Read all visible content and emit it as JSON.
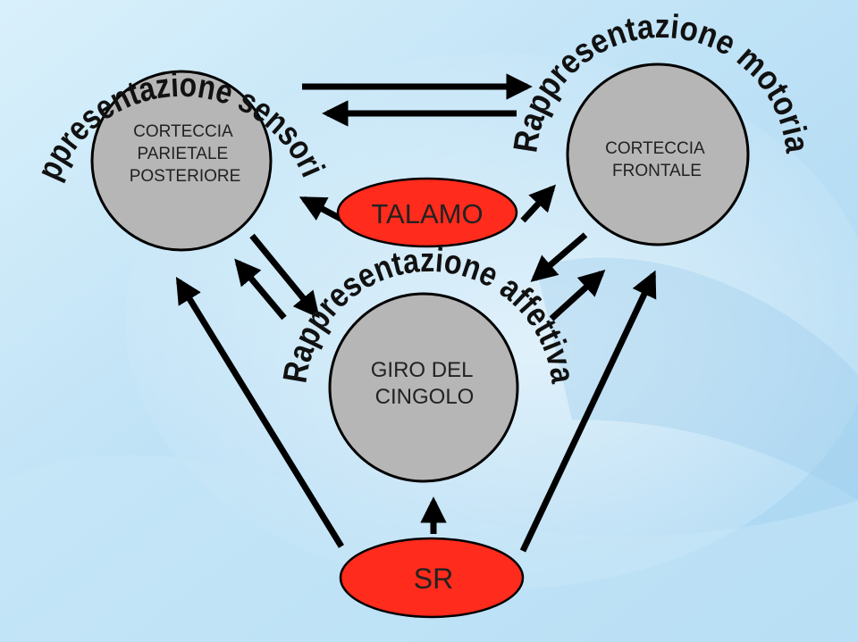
{
  "colors": {
    "background": "#bfe3f7",
    "circle_fill": "#b6b6b6",
    "ellipse_fill": "#ff2b1c",
    "stroke": "#000000"
  },
  "nodes": {
    "parietal": {
      "lines": [
        "CORTECCIA",
        "PARIETALE",
        "POSTERIORE"
      ]
    },
    "frontal": {
      "lines": [
        "CORTECCIA",
        "FRONTALE"
      ]
    },
    "cingulate": {
      "lines": [
        "GIRO DEL",
        "CINGOLO"
      ]
    },
    "thalamus": {
      "label": "TALAMO"
    },
    "sr": {
      "label": "SR"
    }
  },
  "arc_labels": {
    "sensory": "Rappresentazione sensoriale",
    "motor": "Rappresentazione motoria",
    "affective": "Rappresentazione affettiva"
  }
}
